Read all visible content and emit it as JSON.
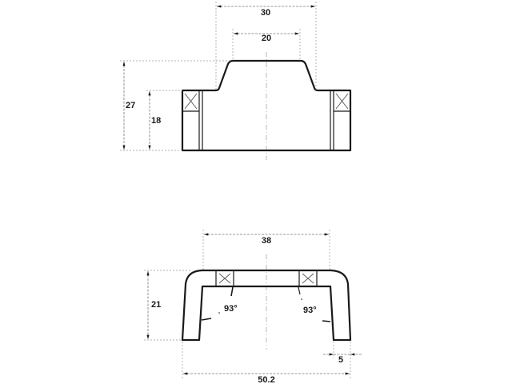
{
  "drawing": {
    "top_view": {
      "dimensions": {
        "overall_top_width": "30",
        "inner_top_width": "20",
        "total_height": "27",
        "body_height": "18"
      }
    },
    "bottom_view": {
      "dimensions": {
        "block_spacing": "38",
        "height": "21",
        "angle_left": "93°",
        "angle_right": "93°",
        "leg_width": "5",
        "overall_width": "50.2"
      }
    },
    "colors": {
      "line": "#1a1a1a",
      "dimension": "#777777",
      "background": "#ffffff"
    }
  }
}
